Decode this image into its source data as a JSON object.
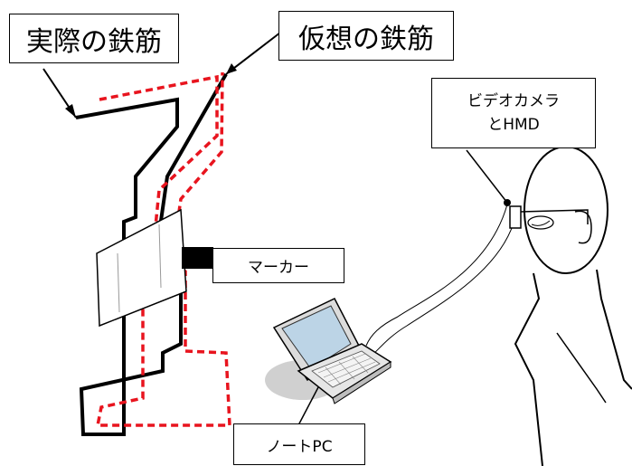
{
  "labels": {
    "real_rebar": "実際の鉄筋",
    "virtual_rebar": "仮想の鉄筋",
    "marker": "マーカー",
    "camera_line1": "ビデオカメラ",
    "camera_line2": "とHMD",
    "laptop": "ノートPC"
  },
  "colors": {
    "real_rebar": "#000000",
    "virtual_rebar": "#e8141e",
    "marker": "#000000"
  }
}
